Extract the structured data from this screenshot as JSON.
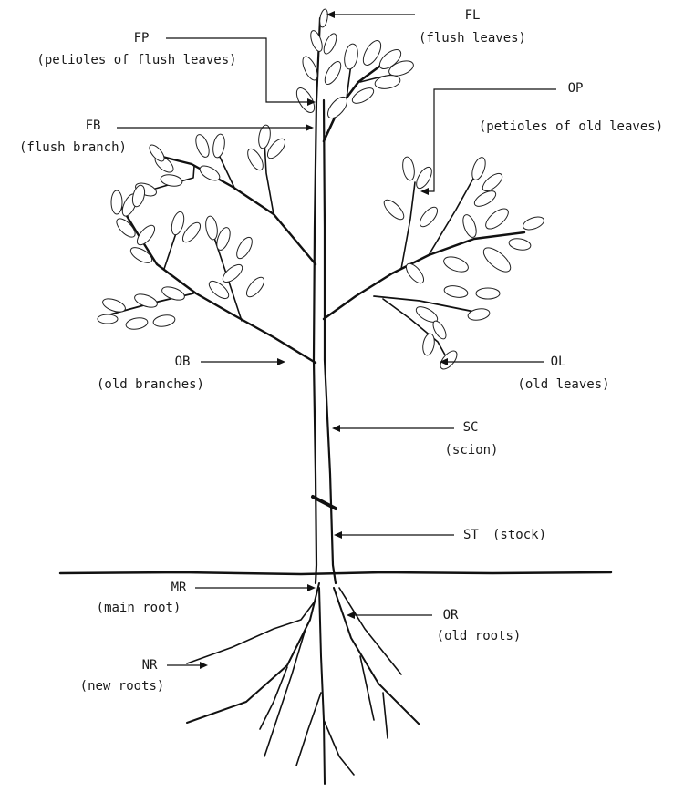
{
  "labels": {
    "fl": {
      "code": "FL",
      "desc": "(flush leaves)"
    },
    "fp": {
      "code": "FP",
      "desc": "(petioles of flush leaves)"
    },
    "fb": {
      "code": "FB",
      "desc": "(flush branch)"
    },
    "op": {
      "code": "OP",
      "desc": "(petioles of old leaves)"
    },
    "ob": {
      "code": "OB",
      "desc": "(old branches)"
    },
    "ol": {
      "code": "OL",
      "desc": "(old leaves)"
    },
    "sc": {
      "code": "SC",
      "desc": "(scion)"
    },
    "st": {
      "code": "ST",
      "desc": "(stock)"
    },
    "mr": {
      "code": "MR",
      "desc": "(main root)"
    },
    "or": {
      "code": "OR",
      "desc": "(old roots)"
    },
    "nr": {
      "code": "NR",
      "desc": "(new roots)"
    }
  }
}
